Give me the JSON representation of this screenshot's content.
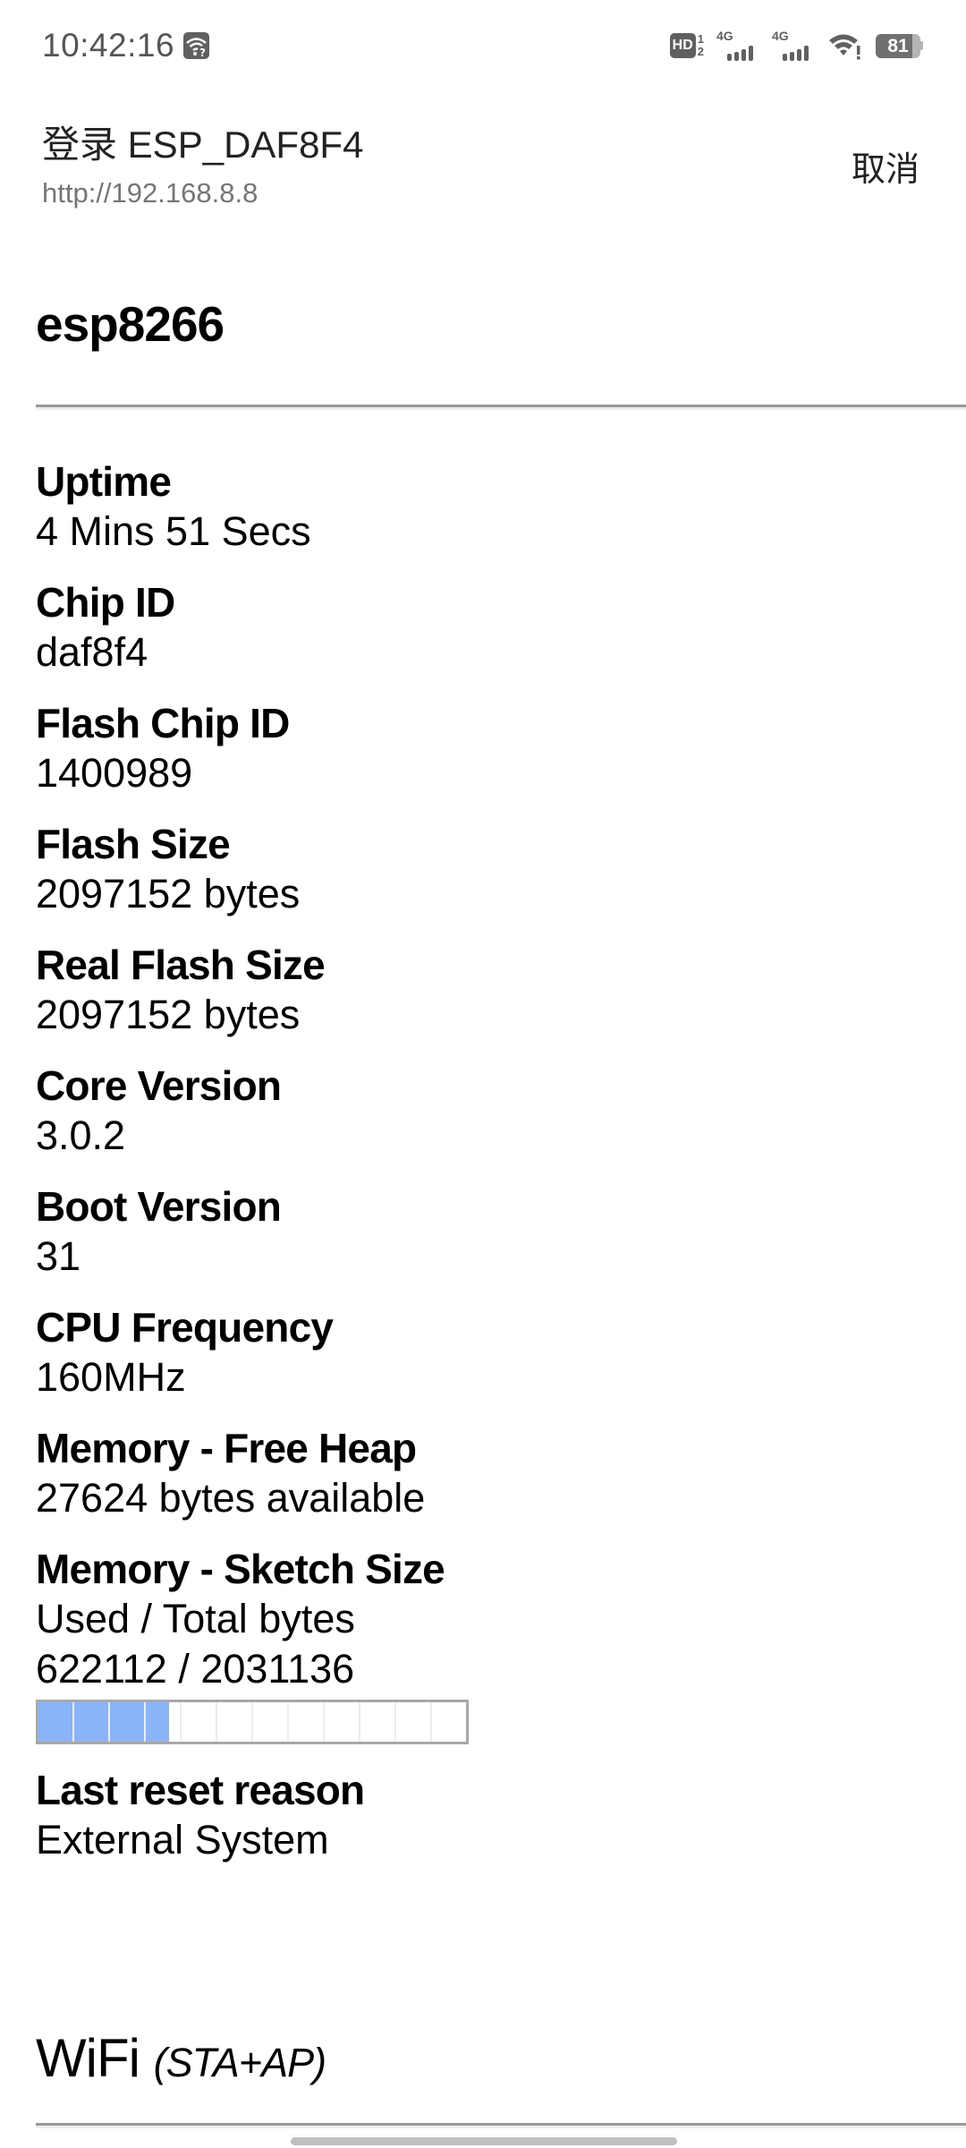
{
  "status_bar": {
    "time": "10:42:16",
    "notification_icon": "wifi-question-icon",
    "hd_label": "HD",
    "hd_sub": [
      "1",
      "2"
    ],
    "sim1_network": "4G",
    "sim2_network": "4G",
    "wifi_icon": "wifi-alert-icon",
    "battery_level": "81"
  },
  "login_header": {
    "title": "登录 ESP_DAF8F4",
    "url": "http://192.168.8.8",
    "cancel_label": "取消"
  },
  "page": {
    "title": "esp8266",
    "info_items": [
      {
        "label": "Uptime",
        "value": "4 Mins 51 Secs"
      },
      {
        "label": "Chip ID",
        "value": "daf8f4"
      },
      {
        "label": "Flash Chip ID",
        "value": "1400989"
      },
      {
        "label": "Flash Size",
        "value": "2097152 bytes"
      },
      {
        "label": "Real Flash Size",
        "value": "2097152 bytes"
      },
      {
        "label": "Core Version",
        "value": "3.0.2"
      },
      {
        "label": "Boot Version",
        "value": "31"
      },
      {
        "label": "CPU Frequency",
        "value": "160MHz"
      },
      {
        "label": "Memory - Free Heap",
        "value": "27624 bytes available"
      }
    ],
    "sketch": {
      "label": "Memory - Sketch Size",
      "subtitle": "Used / Total bytes",
      "value": "622112 / 2031136",
      "used": 622112,
      "total": 2031136,
      "percent": 30.6,
      "bar_color": "#8ab4f5"
    },
    "reset": {
      "label": "Last reset reason",
      "value": "External System"
    },
    "wifi_section": {
      "title": "WiFi",
      "mode": "(STA+AP)"
    }
  }
}
